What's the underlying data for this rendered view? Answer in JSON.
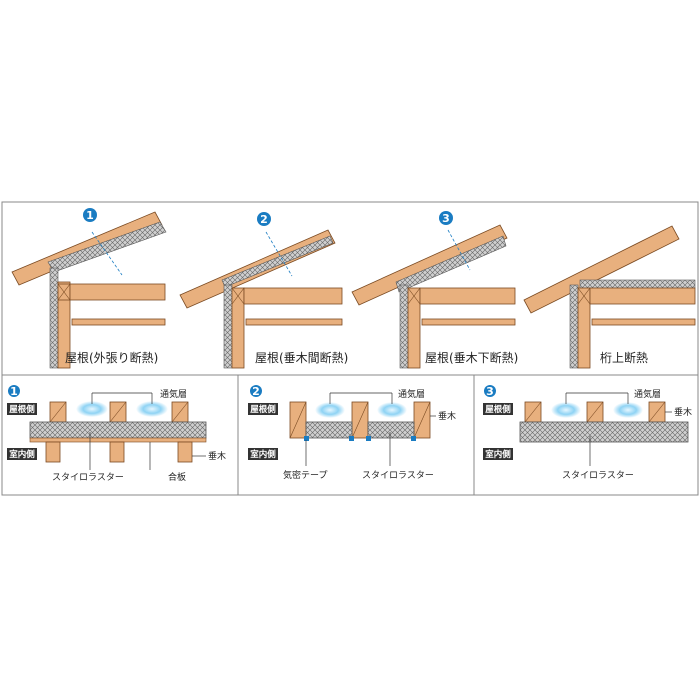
{
  "top_diagrams": [
    {
      "number": "1",
      "caption": "屋根(外張り断熱)"
    },
    {
      "number": "2",
      "caption": "屋根(垂木間断熱)"
    },
    {
      "number": "3",
      "caption": "屋根(垂木下断熱)"
    },
    {
      "number": "",
      "caption": "桁上断熱"
    }
  ],
  "details": [
    {
      "number": "1",
      "roof_side": "屋根側",
      "indoor_side": "室内側",
      "labels": {
        "vent": "通気層",
        "rafter": "垂木",
        "insulation": "スタイロラスター",
        "plywood": "合板"
      }
    },
    {
      "number": "2",
      "roof_side": "屋根側",
      "indoor_side": "室内側",
      "labels": {
        "vent": "通気層",
        "rafter": "垂木",
        "insulation": "スタイロラスター",
        "tape": "気密テープ"
      }
    },
    {
      "number": "3",
      "roof_side": "屋根側",
      "indoor_side": "室内側",
      "labels": {
        "vent": "通気層",
        "rafter": "垂木",
        "insulation": "スタイロラスター"
      }
    }
  ],
  "colors": {
    "wood": "#e8b07e",
    "wood_edge": "#7a4a22",
    "insulation": "#c9c9c9",
    "badge": "#1a7cc2",
    "side_tag": "#333333",
    "vent_glow": "#8fd3f4",
    "frame": "#888888"
  }
}
